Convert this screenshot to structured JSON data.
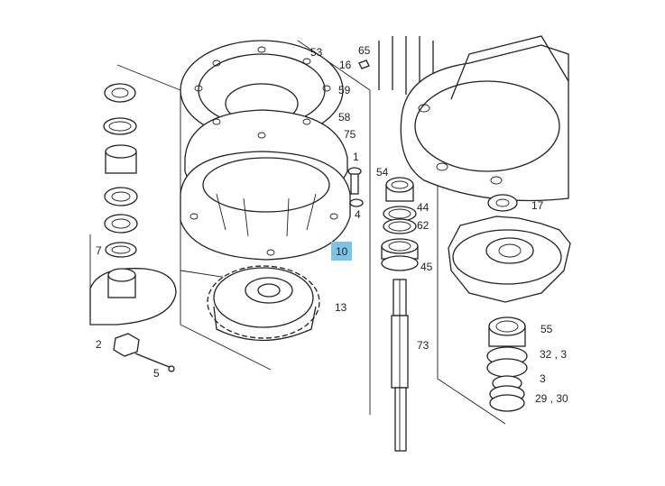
{
  "diagram": {
    "type": "exploded parts diagram",
    "highlight_color": "#7cc4e6",
    "highlighted_part": "10",
    "labels": [
      "53",
      "65",
      "16",
      "59",
      "58",
      "75",
      "1",
      "4",
      "10",
      "13",
      "54",
      "44",
      "62",
      "45",
      "73",
      "17",
      "55",
      "32 , 3",
      "3",
      "29 , 30",
      "7",
      "2",
      "5"
    ]
  }
}
